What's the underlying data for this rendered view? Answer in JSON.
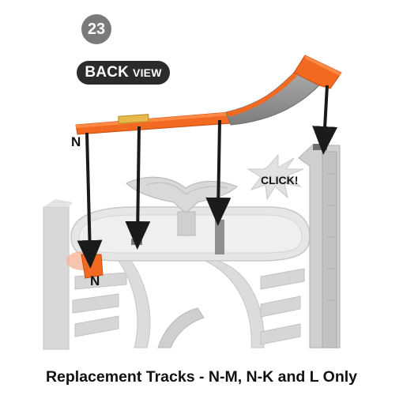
{
  "step_number": "23",
  "view_label": {
    "word1": "BACK",
    "word2": "VIEW"
  },
  "labels": {
    "track_end_top": "N",
    "track_end_bottom": "N",
    "click": "CLICK!"
  },
  "caption": "Replacement Tracks - N-M, N-K and L Only",
  "colors": {
    "track_orange": "#f26a21",
    "track_gray": "#8a8a8a",
    "playset_gray": "#d2d2d2",
    "arrow": "#1a1a1a"
  }
}
